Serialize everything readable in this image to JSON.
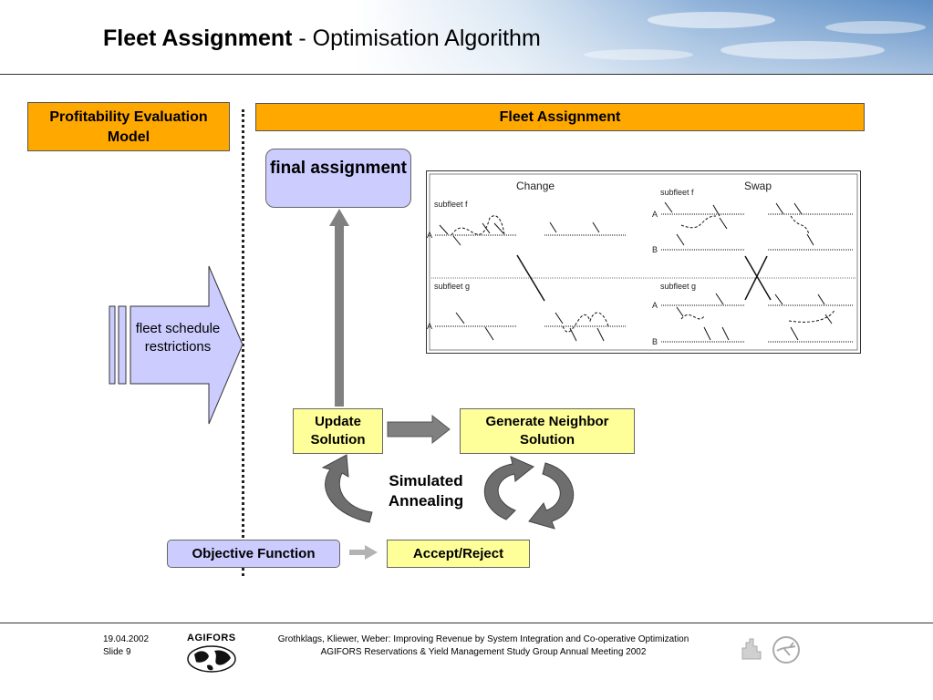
{
  "slide": {
    "title_bold": "Fleet Assignment",
    "title_rest": " - Optimisation Algorithm"
  },
  "boxes": {
    "profitability": "Profitability Evaluation Model",
    "fleet_assignment": "Fleet Assignment",
    "final_assignment": "final assignment",
    "fleet_schedule": "fleet schedule restrictions",
    "update_solution": "Update Solution",
    "generate_neighbor": "Generate Neighbor Solution",
    "objective_function": "Objective Function",
    "accept_reject": "Accept/Reject",
    "simulated_annealing": "Simulated Annealing"
  },
  "chart_panel": {
    "change_label": "Change",
    "swap_label": "Swap",
    "subfleet_f": "subfleet f",
    "subfleet_g": "subfleet g",
    "label_a": "A",
    "label_b": "B"
  },
  "footer": {
    "date": "19.04.2002",
    "slide_no": "Slide 9",
    "org": "AGIFORS",
    "line1": "Grothklags, Kliewer, Weber: Improving Revenue by System Integration and Co-operative Optimization",
    "line2": "AGIFORS Reservations & Yield Management Study Group Annual Meeting 2002"
  },
  "colors": {
    "orange": "#ffa800",
    "yellow": "#ffff99",
    "lavender": "#ccccff",
    "gray_arrow": "#808080"
  }
}
